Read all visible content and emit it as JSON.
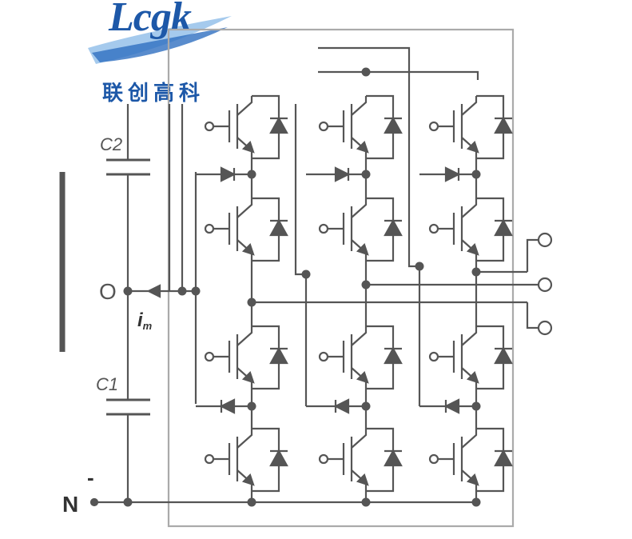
{
  "logo": {
    "text": "Lcgk",
    "chinese": "联创高科"
  },
  "labels": {
    "c2": "C2",
    "c1": "C1",
    "o": "O",
    "im_main": "i",
    "im_sub": "m",
    "n": "N",
    "n_sign": "-"
  },
  "colors": {
    "line": "#555555",
    "box": "#aaaaaa",
    "logo": "#1d58a8"
  }
}
